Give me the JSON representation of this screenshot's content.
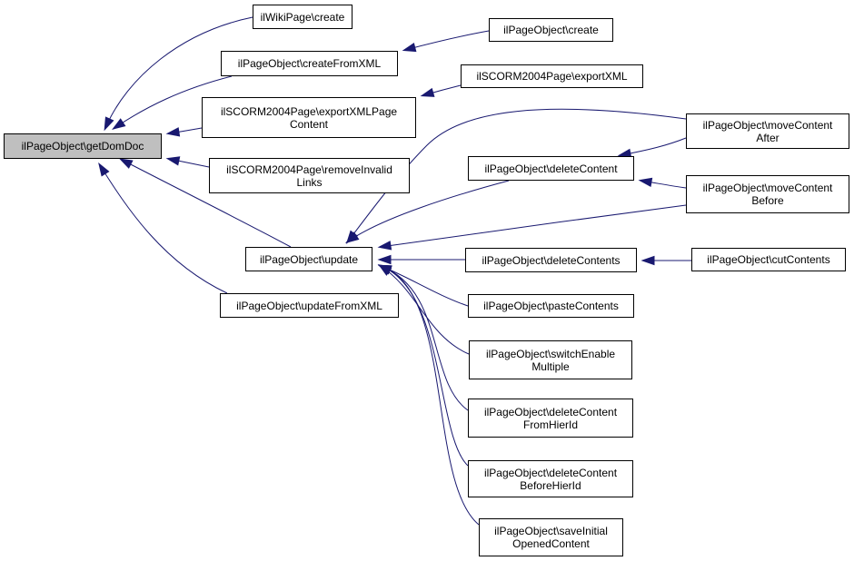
{
  "diagram": {
    "edge_color": "#191970",
    "root_fill": "#bfbfbf",
    "nodes": [
      {
        "id": "getDomDoc",
        "label": "ilPageObject\\getDomDoc",
        "root": true
      },
      {
        "id": "wikiCreate",
        "label": "ilWikiPage\\create"
      },
      {
        "id": "createFromXML",
        "label": "ilPageObject\\createFromXML"
      },
      {
        "id": "exportXMLPageContent",
        "label": "ilSCORM2004Page\\exportXMLPage\nContent"
      },
      {
        "id": "removeInvalidLinks",
        "label": "ilSCORM2004Page\\removeInvalid\nLinks"
      },
      {
        "id": "update",
        "label": "ilPageObject\\update"
      },
      {
        "id": "updateFromXML",
        "label": "ilPageObject\\updateFromXML"
      },
      {
        "id": "poCreate",
        "label": "ilPageObject\\create"
      },
      {
        "id": "exportXML",
        "label": "ilSCORM2004Page\\exportXML"
      },
      {
        "id": "deleteContent",
        "label": "ilPageObject\\deleteContent"
      },
      {
        "id": "deleteContents",
        "label": "ilPageObject\\deleteContents"
      },
      {
        "id": "pasteContents",
        "label": "ilPageObject\\pasteContents"
      },
      {
        "id": "switchEnableMultiple",
        "label": "ilPageObject\\switchEnable\nMultiple"
      },
      {
        "id": "deleteContentFromHierId",
        "label": "ilPageObject\\deleteContent\nFromHierId"
      },
      {
        "id": "deleteContentBeforeHierId",
        "label": "ilPageObject\\deleteContent\nBeforeHierId"
      },
      {
        "id": "saveInitialOpenedContent",
        "label": "ilPageObject\\saveInitial\nOpenedContent"
      },
      {
        "id": "moveContentAfter",
        "label": "ilPageObject\\moveContent\nAfter"
      },
      {
        "id": "moveContentBefore",
        "label": "ilPageObject\\moveContent\nBefore"
      },
      {
        "id": "cutContents",
        "label": "ilPageObject\\cutContents"
      }
    ],
    "edges": [
      {
        "from": "wikiCreate",
        "to": "getDomDoc"
      },
      {
        "from": "createFromXML",
        "to": "getDomDoc"
      },
      {
        "from": "exportXMLPageContent",
        "to": "getDomDoc"
      },
      {
        "from": "removeInvalidLinks",
        "to": "getDomDoc"
      },
      {
        "from": "update",
        "to": "getDomDoc"
      },
      {
        "from": "updateFromXML",
        "to": "getDomDoc"
      },
      {
        "from": "poCreate",
        "to": "createFromXML"
      },
      {
        "from": "exportXML",
        "to": "exportXMLPageContent"
      },
      {
        "from": "moveContentAfter",
        "to": "update"
      },
      {
        "from": "deleteContent",
        "to": "update"
      },
      {
        "from": "moveContentBefore",
        "to": "update"
      },
      {
        "from": "deleteContents",
        "to": "update"
      },
      {
        "from": "pasteContents",
        "to": "update"
      },
      {
        "from": "switchEnableMultiple",
        "to": "update"
      },
      {
        "from": "deleteContentFromHierId",
        "to": "update"
      },
      {
        "from": "deleteContentBeforeHierId",
        "to": "update"
      },
      {
        "from": "saveInitialOpenedContent",
        "to": "update"
      },
      {
        "from": "moveContentAfter",
        "to": "deleteContent"
      },
      {
        "from": "moveContentBefore",
        "to": "deleteContent"
      },
      {
        "from": "cutContents",
        "to": "deleteContents"
      }
    ]
  }
}
